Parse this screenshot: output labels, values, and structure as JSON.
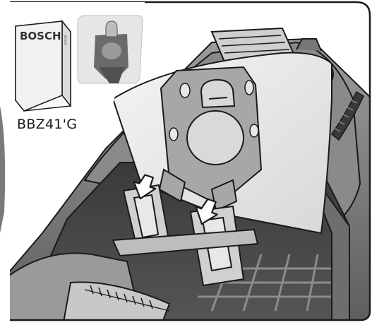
{
  "product_box": {
    "brand": "BOSCH",
    "brand_side": "BOSCH"
  },
  "caption": {
    "model": "BBZ41'G"
  },
  "colors": {
    "line": "#1a1a1a",
    "light_gray": "#e4e4e4",
    "mid_gray": "#9a9a9a",
    "dark_gray": "#4a4a4a",
    "bag_gray": "#f0f0f0"
  },
  "icons": [
    "bag-box-icon",
    "filter-bag-icon",
    "insert-arrow-icon"
  ]
}
